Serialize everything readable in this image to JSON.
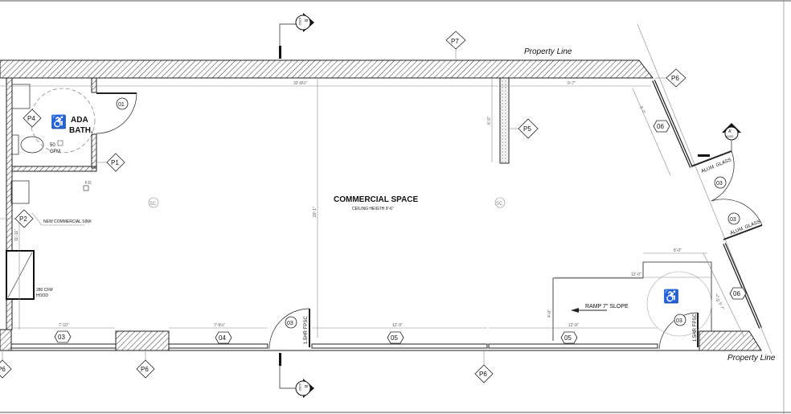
{
  "plan": {
    "room_name": "COMMERCIAL SPACE",
    "ceiling_note": "CEILING HEIGTH 9'-6\"",
    "property_line_top": "Property Line",
    "property_line_bottom": "Property Line",
    "ada_bath": [
      "ADA",
      "BATH."
    ],
    "exhaust_fan": [
      "50",
      "CFM"
    ],
    "hood": [
      "280 CFM",
      "HOOD"
    ],
    "floor_drain": "F.D.",
    "sink_note": "NEW COMMERCIAL SINK",
    "ramp_note": "RAMP 7\" SLOPE",
    "alum_glass": "ALUM. GLASS",
    "fire_rating": "1.5HR FPSC",
    "finish_symbol": "SC"
  },
  "partition_tags": {
    "p1": "P1",
    "p2": "P2",
    "p4": "P4",
    "p5": "P5",
    "p6": "P6",
    "p7": "P7"
  },
  "door_tags": {
    "d01": "01",
    "d03": "03"
  },
  "window_tags": {
    "w03": "03",
    "w04": "04",
    "w05": "05",
    "w06": "06"
  },
  "section_markers": {
    "b": {
      "letter": "B",
      "sheet": "A302"
    },
    "a": {
      "letter": "A'",
      "sheet": "A202"
    }
  },
  "dimensions": {
    "top_left": "32'-8½\"",
    "top_right": "9'-7\"",
    "height": "20'-1\"",
    "left_side": "11'-11\"",
    "win_03": "7'-10\"",
    "win_04": "7'-9½\"",
    "win_05a": "12'-9\"",
    "win_05b": "12'-9\"",
    "ramp_top": "12'-0\"",
    "ramp_upper": "8'-0\"",
    "pier_h": "6'-0\"",
    "ramp_side": "5'-7\"",
    "ramp_left": "4'-0\"",
    "diag_a": "5'-7\"",
    "diag_b": "5'-7\""
  }
}
